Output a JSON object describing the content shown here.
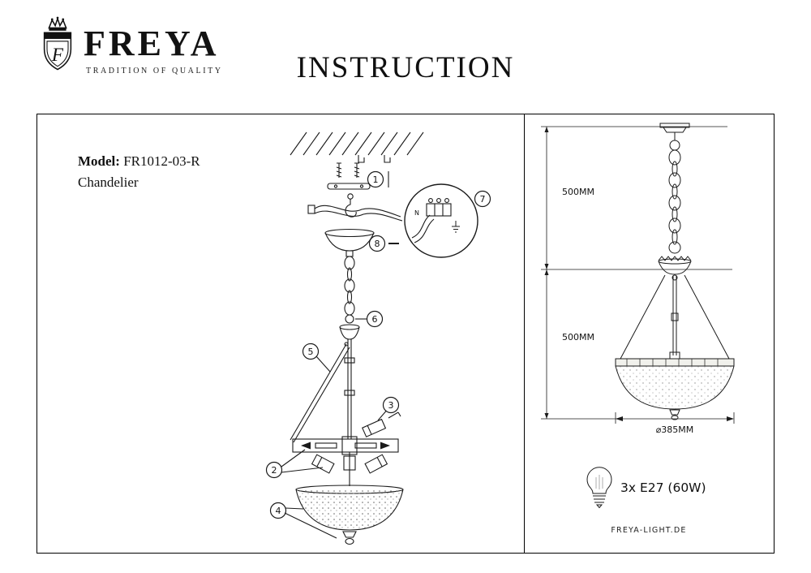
{
  "header": {
    "brand": "FREYA",
    "tagline": "TRADITION OF QUALITY",
    "title": "INSTRUCTION",
    "crest_letter": "F"
  },
  "left_panel": {
    "model_label": "Model:",
    "model_value": "FR1012-03-R",
    "product_type": "Chandelier",
    "callouts": [
      "1",
      "2",
      "3",
      "4",
      "5",
      "6",
      "7",
      "8"
    ],
    "wiring_neutral_label": "N"
  },
  "right_panel": {
    "dim_upper": "500MM",
    "dim_lower": "500MM",
    "diameter": "⌀385MM",
    "bulb_spec": "3x E27 (60W)",
    "website": "FREYA-LIGHT.DE"
  }
}
